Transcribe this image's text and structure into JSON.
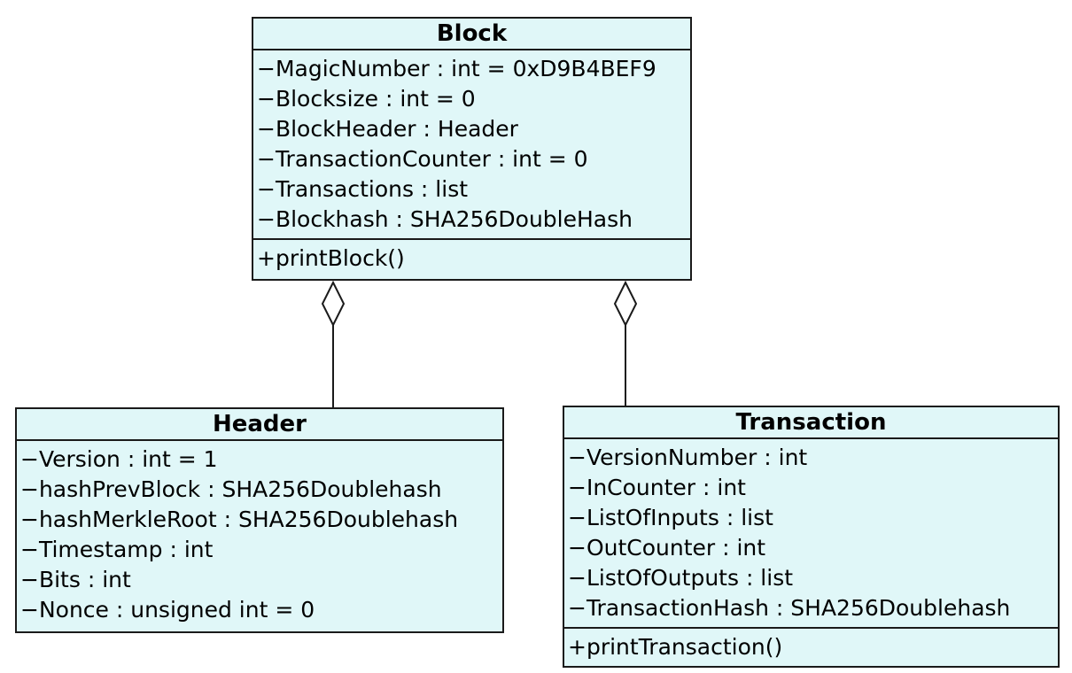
{
  "diagram": {
    "classes": {
      "block": {
        "name": "Block",
        "attributes": [
          "−MagicNumber : int = 0xD9B4BEF9",
          "−Blocksize : int = 0",
          "−BlockHeader : Header",
          "−TransactionCounter : int = 0",
          "−Transactions : list",
          "−Blockhash : SHA256DoubleHash"
        ],
        "operations": [
          "+printBlock()"
        ]
      },
      "header": {
        "name": "Header",
        "attributes": [
          "−Version : int = 1",
          "−hashPrevBlock : SHA256Doublehash",
          "−hashMerkleRoot : SHA256Doublehash",
          "−Timestamp : int",
          "−Bits : int",
          "−Nonce : unsigned int = 0"
        ],
        "operations": []
      },
      "transaction": {
        "name": "Transaction",
        "attributes": [
          "−VersionNumber : int",
          "−InCounter : int",
          "−ListOfInputs : list",
          "−OutCounter : int",
          "−ListOfOutputs : list",
          "−TransactionHash : SHA256Doublehash"
        ],
        "operations": [
          "+printTransaction()"
        ]
      }
    },
    "relations": [
      {
        "type": "aggregation",
        "whole": "Block",
        "part": "Header"
      },
      {
        "type": "aggregation",
        "whole": "Block",
        "part": "Transaction"
      }
    ]
  }
}
